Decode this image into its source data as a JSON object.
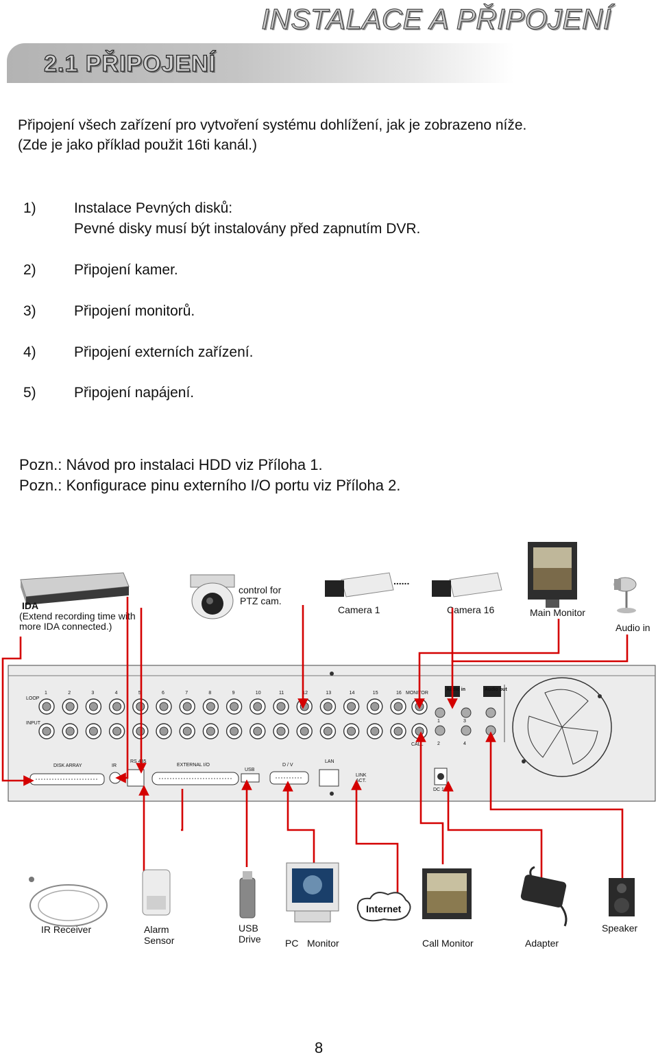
{
  "header": {
    "chapter_title": "INSTALACE A PŘIPOJENÍ",
    "section_title": "2.1 PŘIPOJENÍ"
  },
  "intro": {
    "line1": "Připojení všech zařízení pro vytvoření systému dohlížení, jak je zobrazeno níže.",
    "line2": "(Zde je jako příklad použit 16ti kanál.)"
  },
  "steps": [
    {
      "num": "1)",
      "text": "Instalace Pevných disků:",
      "sub": "Pevné disky musí být instalovány před zapnutím DVR."
    },
    {
      "num": "2)",
      "text": "Připojení kamer."
    },
    {
      "num": "3)",
      "text": "Připojení monitorů."
    },
    {
      "num": "4)",
      "text": "Připojení externích zařízení."
    },
    {
      "num": "5)",
      "text": "Připojení napájení."
    }
  ],
  "notes": [
    "Pozn.: Návod pro instalaci HDD viz Příloha 1.",
    "Pozn.: Konfigurace pinu externího I/O portu viz Příloha 2."
  ],
  "diagram": {
    "top_devices": {
      "ida": "IDA",
      "ida_note1": "(Extend recording time with",
      "ida_note2": "more IDA connected.)",
      "ptz1": "control for",
      "ptz2": "PTZ cam.",
      "camera1": "Camera 1",
      "dots": "......",
      "camera16": "Camera 16",
      "main_monitor": "Main Monitor",
      "audio_in": "Audio in"
    },
    "panel": {
      "loop": "LOOP",
      "input": "INPUT",
      "monitor": "MONITOR",
      "audio_in": "Audio in",
      "audio_out": "Audio out",
      "call": "CALL",
      "disk_array": "DISK ARRAY",
      "ir": "IR",
      "rs485": "RS 485",
      "external_io": "EXTERNAL I/O",
      "usb": "USB",
      "dv": "D / V",
      "lan": "LAN",
      "link": "LINK",
      "act": "ACT.",
      "dc": "DC 19V",
      "channel_numbers": [
        "1",
        "2",
        "3",
        "4",
        "5",
        "6",
        "7",
        "8",
        "9",
        "10",
        "11",
        "12",
        "13",
        "14",
        "15",
        "16"
      ],
      "audio_numbers": [
        "1",
        "3",
        "2",
        "4"
      ]
    },
    "bottom_devices": {
      "ir_receiver": "IR Receiver",
      "alarm1": "Alarm",
      "alarm2": "Sensor",
      "usb1": "USB",
      "usb2": "Drive",
      "pc": "PC",
      "monitor": "Monitor",
      "internet": "Internet",
      "call_monitor": "Call Monitor",
      "adapter": "Adapter",
      "speaker": "Speaker"
    }
  },
  "page_number": "8"
}
